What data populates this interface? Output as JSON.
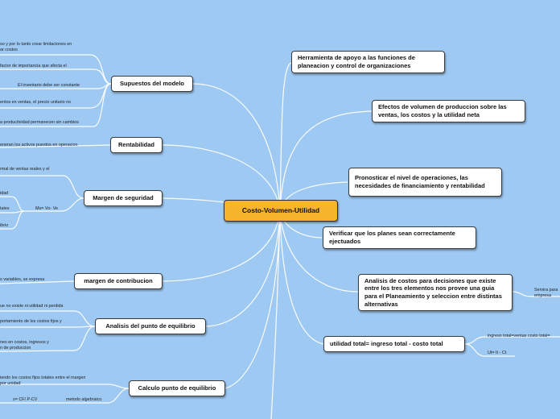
{
  "center": {
    "label": "Costo-Volumen-Utilidad"
  },
  "left_nodes": [
    {
      "label": "Supuestos del modelo"
    },
    {
      "label": "Rentabilidad"
    },
    {
      "label": "Margen de seguridad"
    },
    {
      "label": "margen de contribucion"
    },
    {
      "label": "Analisis del punto de equilibrio"
    },
    {
      "label": "Calculo punto de equilibrio"
    }
  ],
  "right_nodes": [
    {
      "label": "Herramienta de apoyo a las funciones de planeacion y control de organizaciones"
    },
    {
      "label": "Efectos de volumen de produccion sobre las ventas, los costos y la utilidad neta"
    },
    {
      "label": "Pronosticar el nivel de operaciones, las necesidades de financiamiento y rentabilidad"
    },
    {
      "label": "Verificar que los planes sean correctamente ejectuados"
    },
    {
      "label": "Analisis de costos para decisiones que existe entre los tres elementos nos provee una guia para el Planeamiento y seleccion entre distintas alternativas"
    },
    {
      "label": "utilidad total= ingreso total - costo total"
    }
  ],
  "leaves": {
    "supuestos": [
      "so y por lo tanto crear limitaciones en",
      "ar costos",
      "factor de importancia que afecta el",
      "El inventario debe ser constante",
      "entos en ventas, el precio unitario no",
      "a productividad permanecen sin cambios"
    ],
    "rentabilidad": [
      "eneran los activos puestos en operacion"
    ],
    "margen_seguridad": [
      "rmal de ventas reales y el",
      "idad",
      "tales",
      "ibrio",
      "Ms= Vn- Ve"
    ],
    "margen_contribucion": [
      "s variables, se expresa"
    ],
    "analisis_equilibrio": [
      "ue no existe ni utilidad ni perdida",
      "portamiento de los costos fijos y",
      "nes en costos, ingresos y",
      "n de produccion"
    ],
    "calculo_equilibrio": [
      "iendo los costos fijos totales entre el margen",
      "por unidad",
      "x= CF/ P-CV",
      "metodo algebraico"
    ],
    "analisis_costos": [
      "Servira para",
      "empresa"
    ],
    "utilidad_total": [
      "ingreso total=ventas costo total=",
      "Ut= It - Ct"
    ]
  }
}
